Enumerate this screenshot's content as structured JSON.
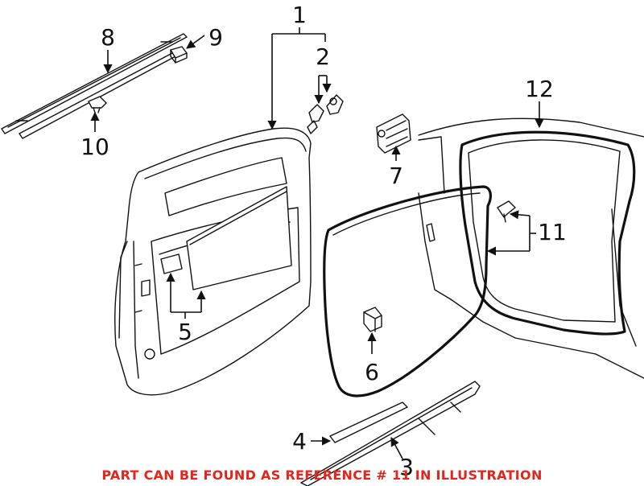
{
  "callouts": {
    "c1": "1",
    "c2": "2",
    "c3": "3",
    "c4": "4",
    "c5": "5",
    "c6": "6",
    "c7": "7",
    "c8": "8",
    "c9": "9",
    "c10": "10",
    "c11": "11",
    "c12": "12"
  },
  "caption": "PART CAN BE FOUND AS REFERENCE # 11 IN ILLUSTRATION",
  "colors": {
    "line": "#111111",
    "caption": "#e0261d",
    "background": "#ffffff"
  }
}
